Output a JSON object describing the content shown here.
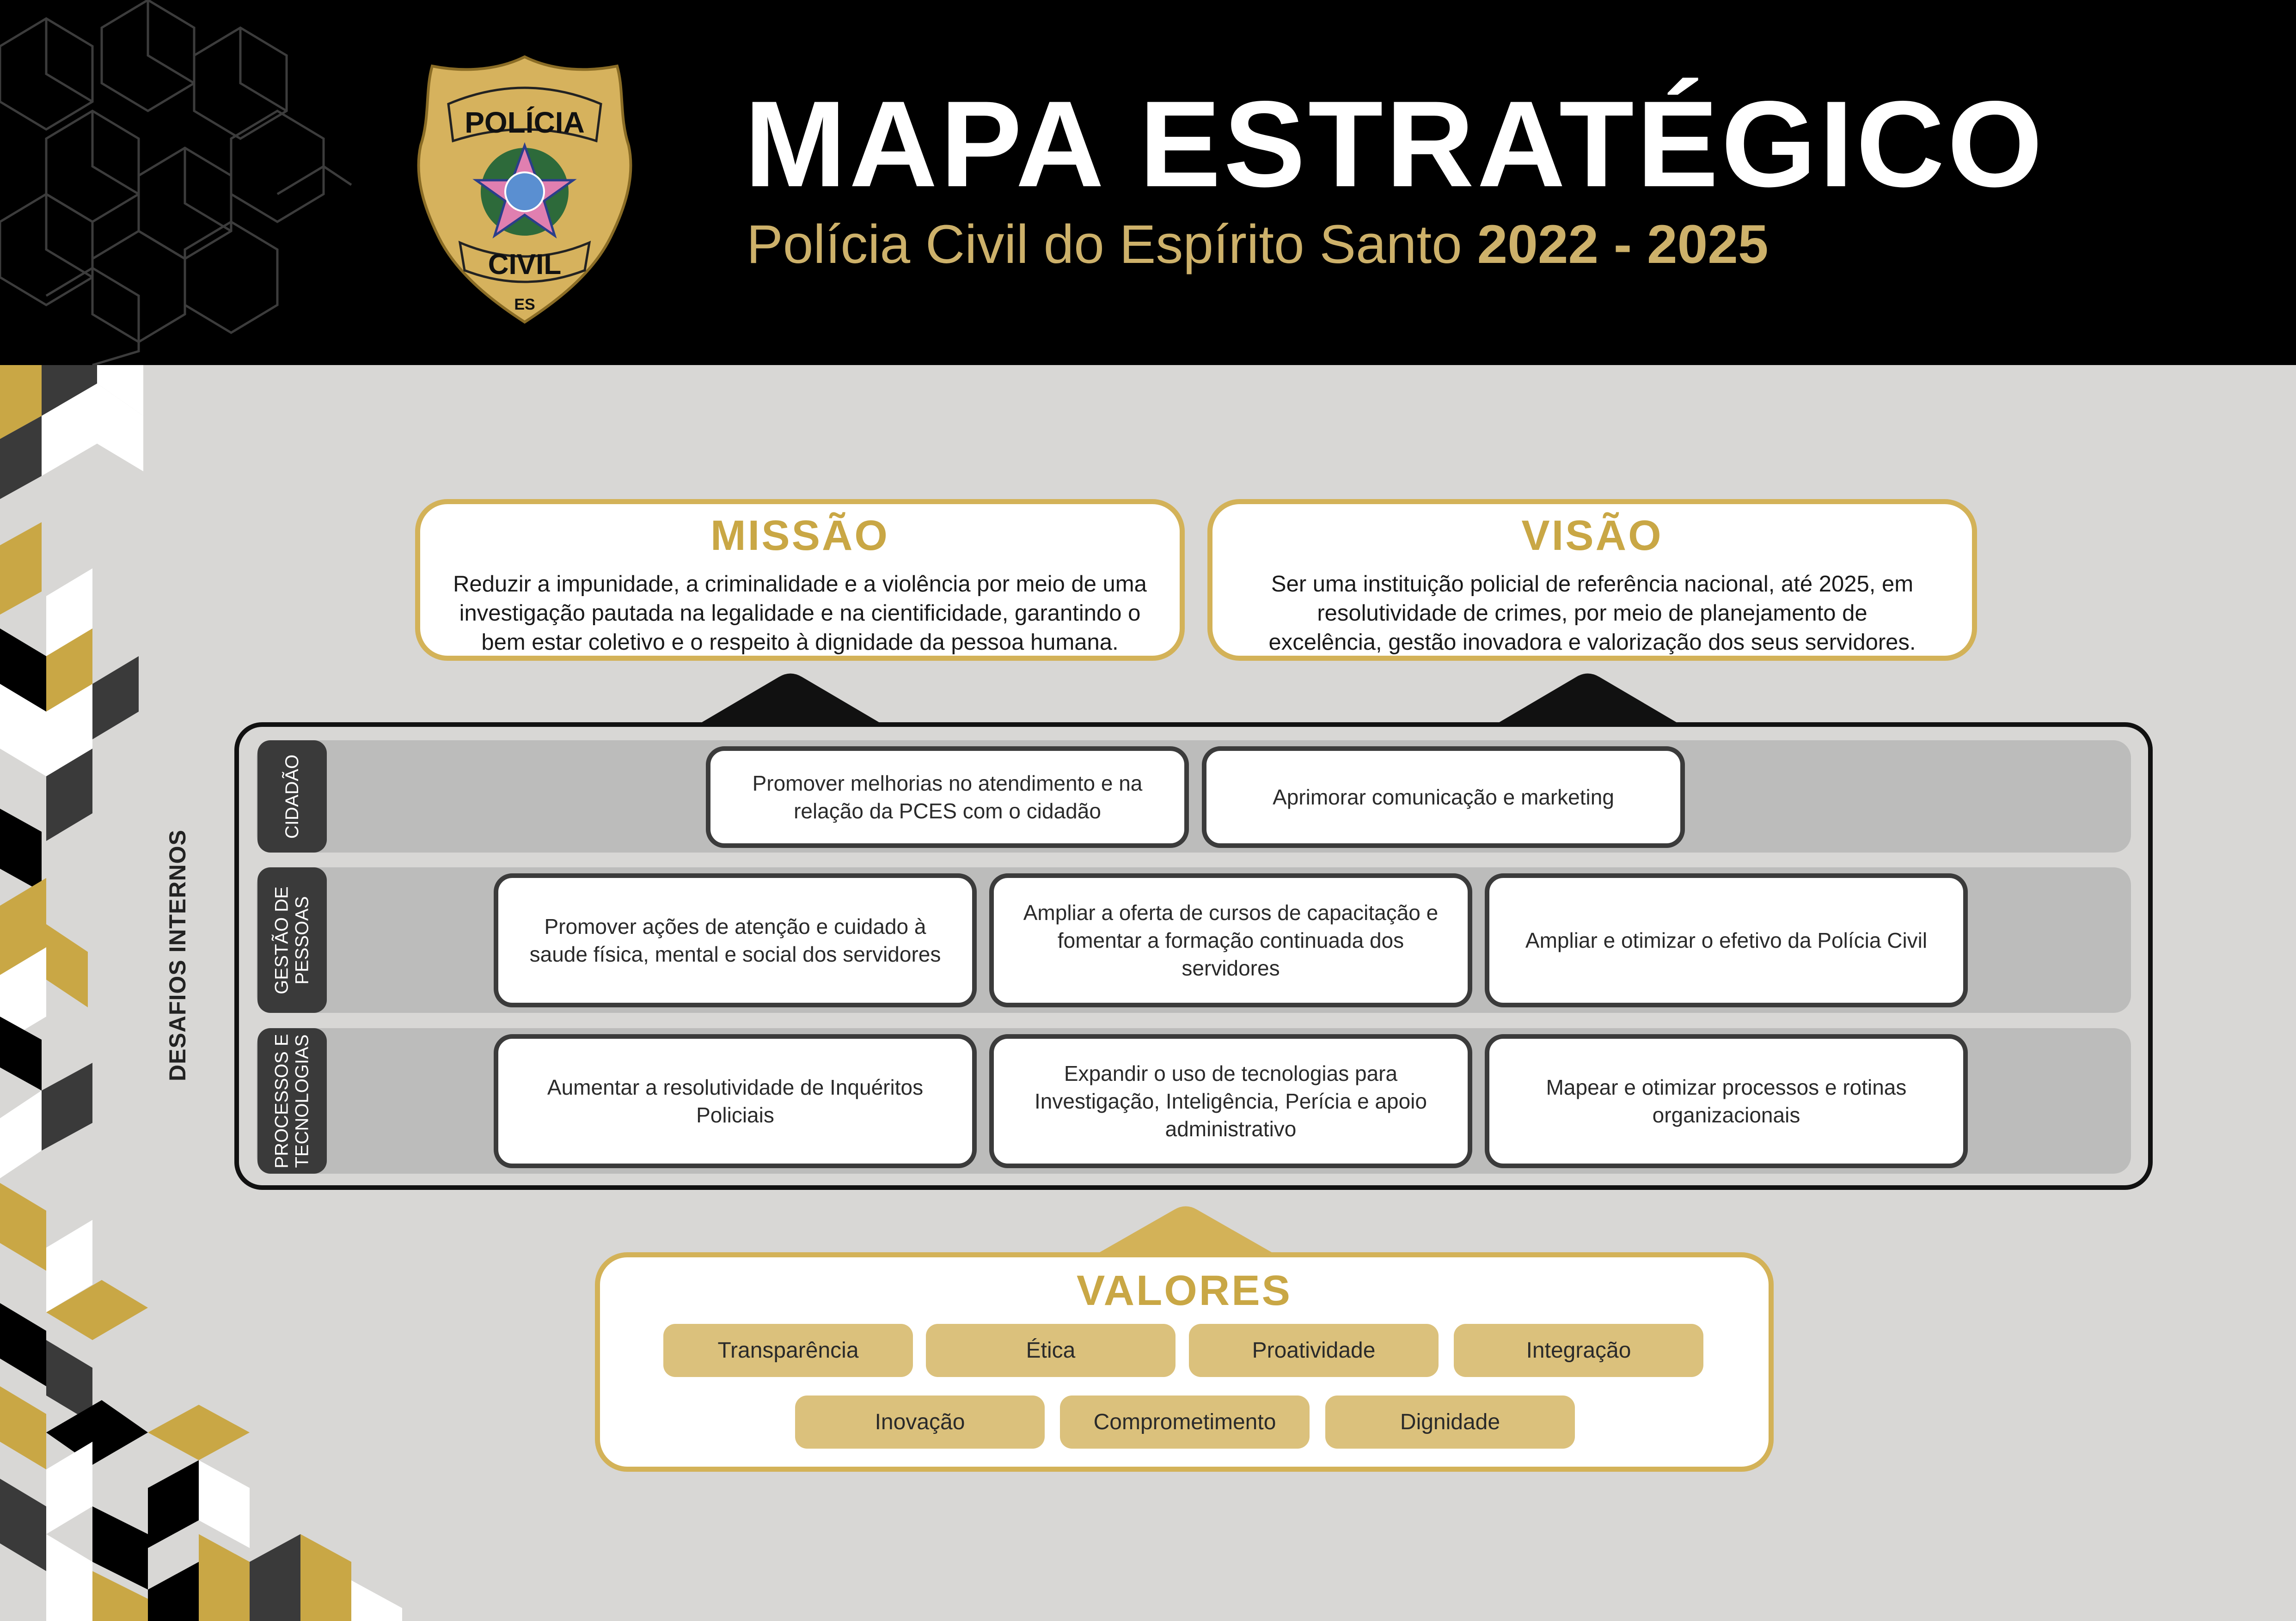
{
  "header": {
    "title": "MAPA ESTRATÉGICO",
    "subtitle": "Polícia Civil do Espírito Santo",
    "years": "2022 - 2025"
  },
  "badge": {
    "top_text": "POLÍCIA",
    "bottom_text": "CIVIL",
    "state": "ES"
  },
  "missao": {
    "title": "MISSÃO",
    "text": "Reduzir a impunidade, a criminalidade e a violência por meio de uma investigação pautada na legalidade e na cientificidade, garantindo o bem estar coletivo e o respeito à dignidade da pessoa humana."
  },
  "visao": {
    "title": "VISÃO",
    "text": "Ser uma instituição policial de referência nacional, até 2025, em resolutividade de crimes, por meio de planejamento de excelência, gestão inovadora e valorização dos seus servidores."
  },
  "desafios_label": "DESAFIOS INTERNOS",
  "rows": {
    "cidadao": {
      "label": "CIDADÃO",
      "items": [
        "Promover melhorias no atendimento e na relação da PCES com o cidadão",
        "Aprimorar comunicação e marketing"
      ]
    },
    "gestao": {
      "label_line1": "GESTÃO DE",
      "label_line2": "PESSOAS",
      "items": [
        "Promover ações de atenção e cuidado à saude física, mental e social dos servidores",
        "Ampliar a oferta de cursos de capacitação e fomentar a formação continuada dos servidores",
        "Ampliar e otimizar o efetivo da Polícia Civil"
      ]
    },
    "processos": {
      "label_line1": "PROCESSOS E",
      "label_line2": "TECNOLOGIAS",
      "items": [
        "Aumentar a resolutividade de Inquéritos Policiais",
        "Expandir o uso de tecnologias para Investigação, Inteligência, Perícia e apoio administrativo",
        "Mapear e otimizar processos e rotinas organizacionais"
      ]
    }
  },
  "valores": {
    "title": "VALORES",
    "items": [
      "Transparência",
      "Ética",
      "Proatividade",
      "Integração",
      "Inovação",
      "Comprometimento",
      "Dignidade"
    ]
  },
  "colors": {
    "gold": "#d3b258",
    "dark": "#3b3b3b",
    "background": "#d8d7d5"
  }
}
